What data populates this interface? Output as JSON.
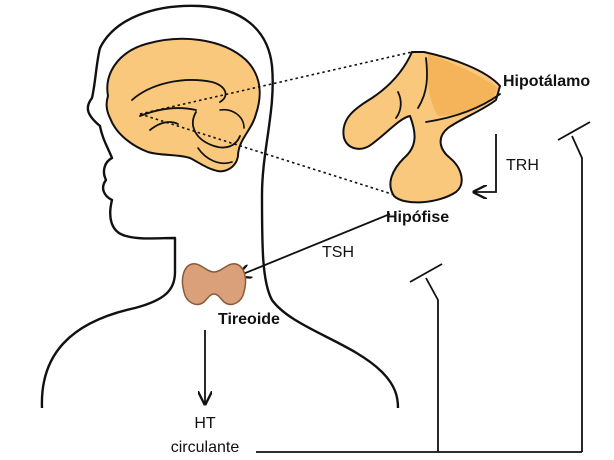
{
  "labels": {
    "hypothalamus": "Hipotálamo",
    "trh": "TRH",
    "pituitary": "Hipófise",
    "tsh": "TSH",
    "thyroid": "Tireoide",
    "ht_line1": "HT",
    "ht_line2": "circulante"
  },
  "colors": {
    "brain": "#F9C87D",
    "hypothalamus_highlight": "#F6B45A",
    "thyroid": "#D9A07A",
    "outline": "#111111",
    "background": "#ffffff"
  }
}
